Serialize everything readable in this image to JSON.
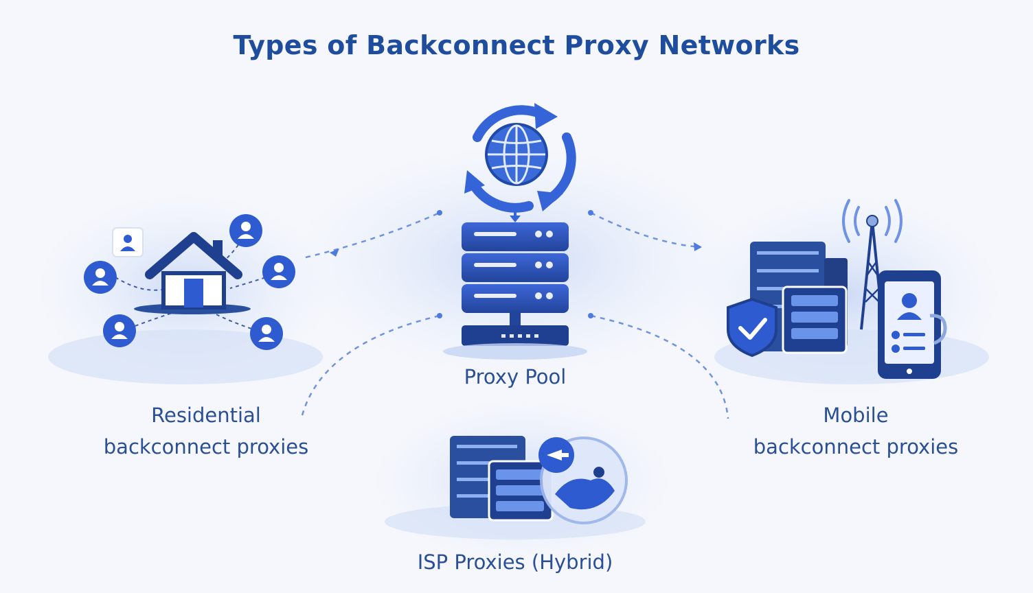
{
  "title": "Types of Backconnect Proxy Networks",
  "nodes": {
    "center": {
      "label": "Proxy Pool"
    },
    "left": {
      "line1": "Residential",
      "line2": "backconnect proxies"
    },
    "right": {
      "line1": "Mobile",
      "line2": "backconnect proxies"
    },
    "bottom": {
      "label": "ISP Proxies (Hybrid)"
    }
  },
  "colors": {
    "primary": "#2a5bd7",
    "dark": "#1e3f8f",
    "light": "#dbe6fa",
    "text": "#2a4f96"
  }
}
